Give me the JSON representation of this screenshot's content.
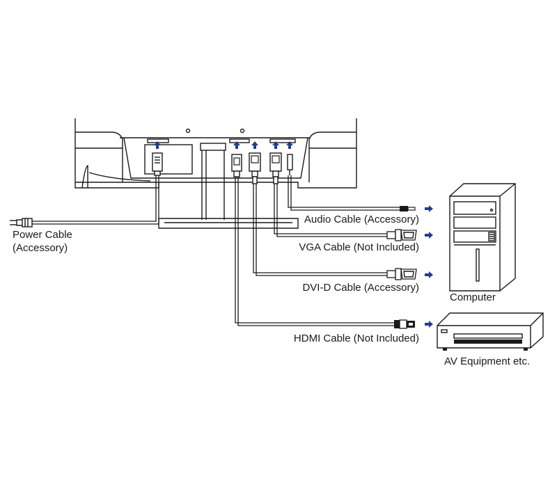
{
  "labels": {
    "power_cable_line1": "Power Cable",
    "power_cable_line2": "(Accessory)",
    "audio_cable": "Audio Cable (Accessory)",
    "vga_cable": "VGA Cable (Not Included)",
    "dvi_cable": "DVI-D Cable (Accessory)",
    "hdmi_cable": "HDMI Cable (Not Included)",
    "computer": "Computer",
    "av_equipment": "AV Equipment etc."
  },
  "colors": {
    "line": "#1a1a1a",
    "arrow": "#1f3e8c",
    "background": "#ffffff"
  },
  "icons": [
    "power-plug-icon",
    "audio-plug-icon",
    "vga-plug-icon",
    "dvi-plug-icon",
    "hdmi-plug-icon",
    "computer-tower-icon",
    "av-equipment-icon",
    "arrow-right-icon",
    "arrow-up-icon"
  ]
}
